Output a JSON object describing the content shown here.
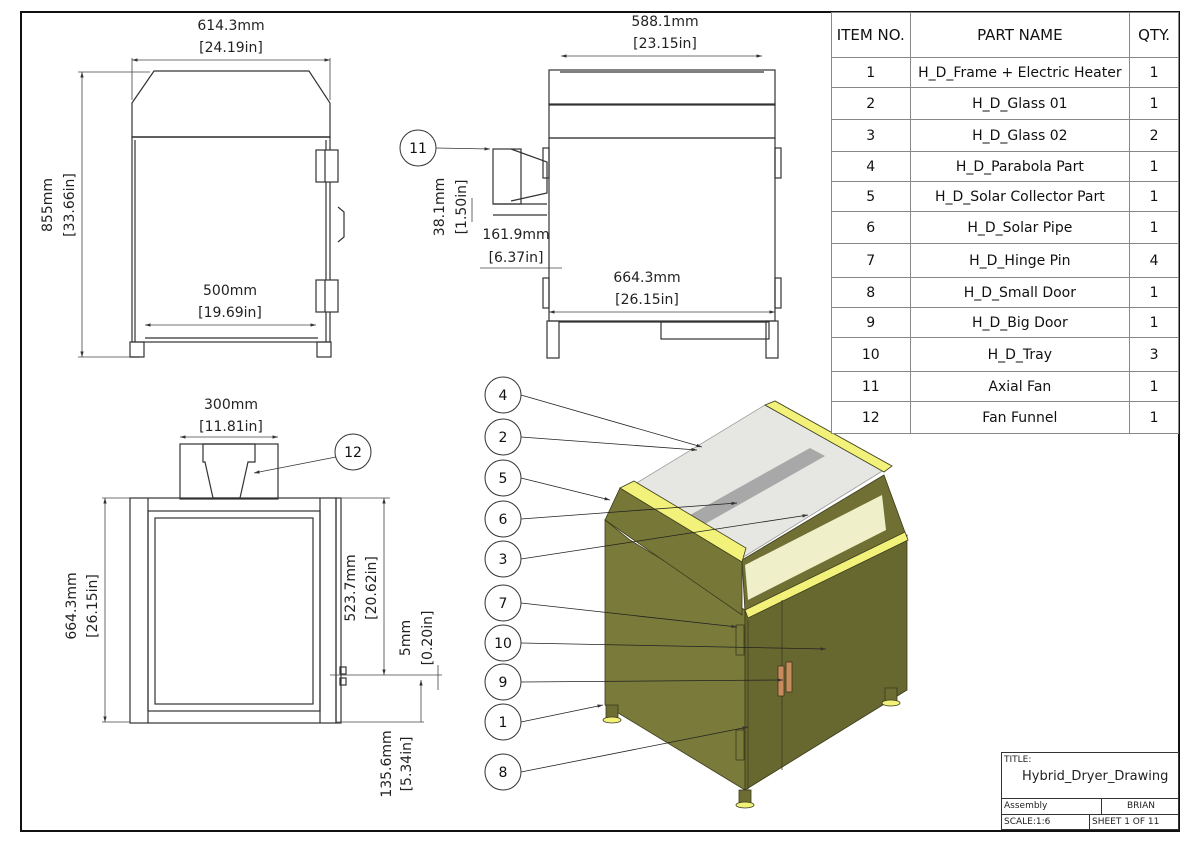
{
  "drawing": {
    "title_caption": "TITLE:",
    "title": "Hybrid_Dryer_Drawing",
    "type": "Assembly",
    "author": "BRIAN",
    "scale": "SCALE:1:6",
    "sheet": "SHEET 1 OF 11"
  },
  "bom": {
    "headers": [
      "ITEM NO.",
      "PART NAME",
      "QTY."
    ],
    "rows": [
      {
        "item": "1",
        "part": "H_D_Frame + Electric Heater",
        "qty": "1"
      },
      {
        "item": "2",
        "part": "H_D_Glass 01",
        "qty": "1"
      },
      {
        "item": "3",
        "part": "H_D_Glass 02",
        "qty": "2"
      },
      {
        "item": "4",
        "part": "H_D_Parabola Part",
        "qty": "1"
      },
      {
        "item": "5",
        "part": "H_D_Solar Collector Part",
        "qty": "1"
      },
      {
        "item": "6",
        "part": "H_D_Solar Pipe",
        "qty": "1"
      },
      {
        "item": "7",
        "part": "H_D_Hinge Pin",
        "qty": "4"
      },
      {
        "item": "8",
        "part": "H_D_Small Door",
        "qty": "1"
      },
      {
        "item": "9",
        "part": "H_D_Big Door",
        "qty": "1"
      },
      {
        "item": "10",
        "part": "H_D_Tray",
        "qty": "3"
      },
      {
        "item": "11",
        "part": "Axial Fan",
        "qty": "1"
      },
      {
        "item": "12",
        "part": "Fan Funnel",
        "qty": "1"
      }
    ]
  },
  "views": {
    "front": {
      "width_mm": "614.3mm",
      "width_in": "24.19in",
      "height_mm": "855mm",
      "height_in": "33.66in",
      "base_mm": "500mm",
      "base_in": "19.69in"
    },
    "side": {
      "top_mm": "588.1mm",
      "top_in": "23.15in",
      "depth_mm": "664.3mm",
      "depth_in": "26.15in",
      "fan_h_mm": "38.1mm",
      "fan_h_in": "1.50in",
      "fan_w_mm": "161.9mm",
      "fan_w_in": "6.37in",
      "balloon": "11"
    },
    "top": {
      "funnel_mm": "300mm",
      "funnel_in": "11.81in",
      "depth_mm": "664.3mm",
      "depth_in": "26.15in",
      "door_mm": "523.7mm",
      "door_in": "20.62in",
      "gap_mm": "5mm",
      "gap_in": "0.20in",
      "offset_mm": "135.6mm",
      "offset_in": "5.34in",
      "balloon": "12"
    },
    "iso": {
      "balloons": [
        "4",
        "2",
        "5",
        "6",
        "3",
        "7",
        "10",
        "9",
        "1",
        "8"
      ],
      "colors": {
        "body": "#7a7a3a",
        "body_dark": "#676730",
        "trim": "#f2f27a",
        "glass": "#e6e6e2",
        "handle": "#c98a5e"
      }
    }
  }
}
